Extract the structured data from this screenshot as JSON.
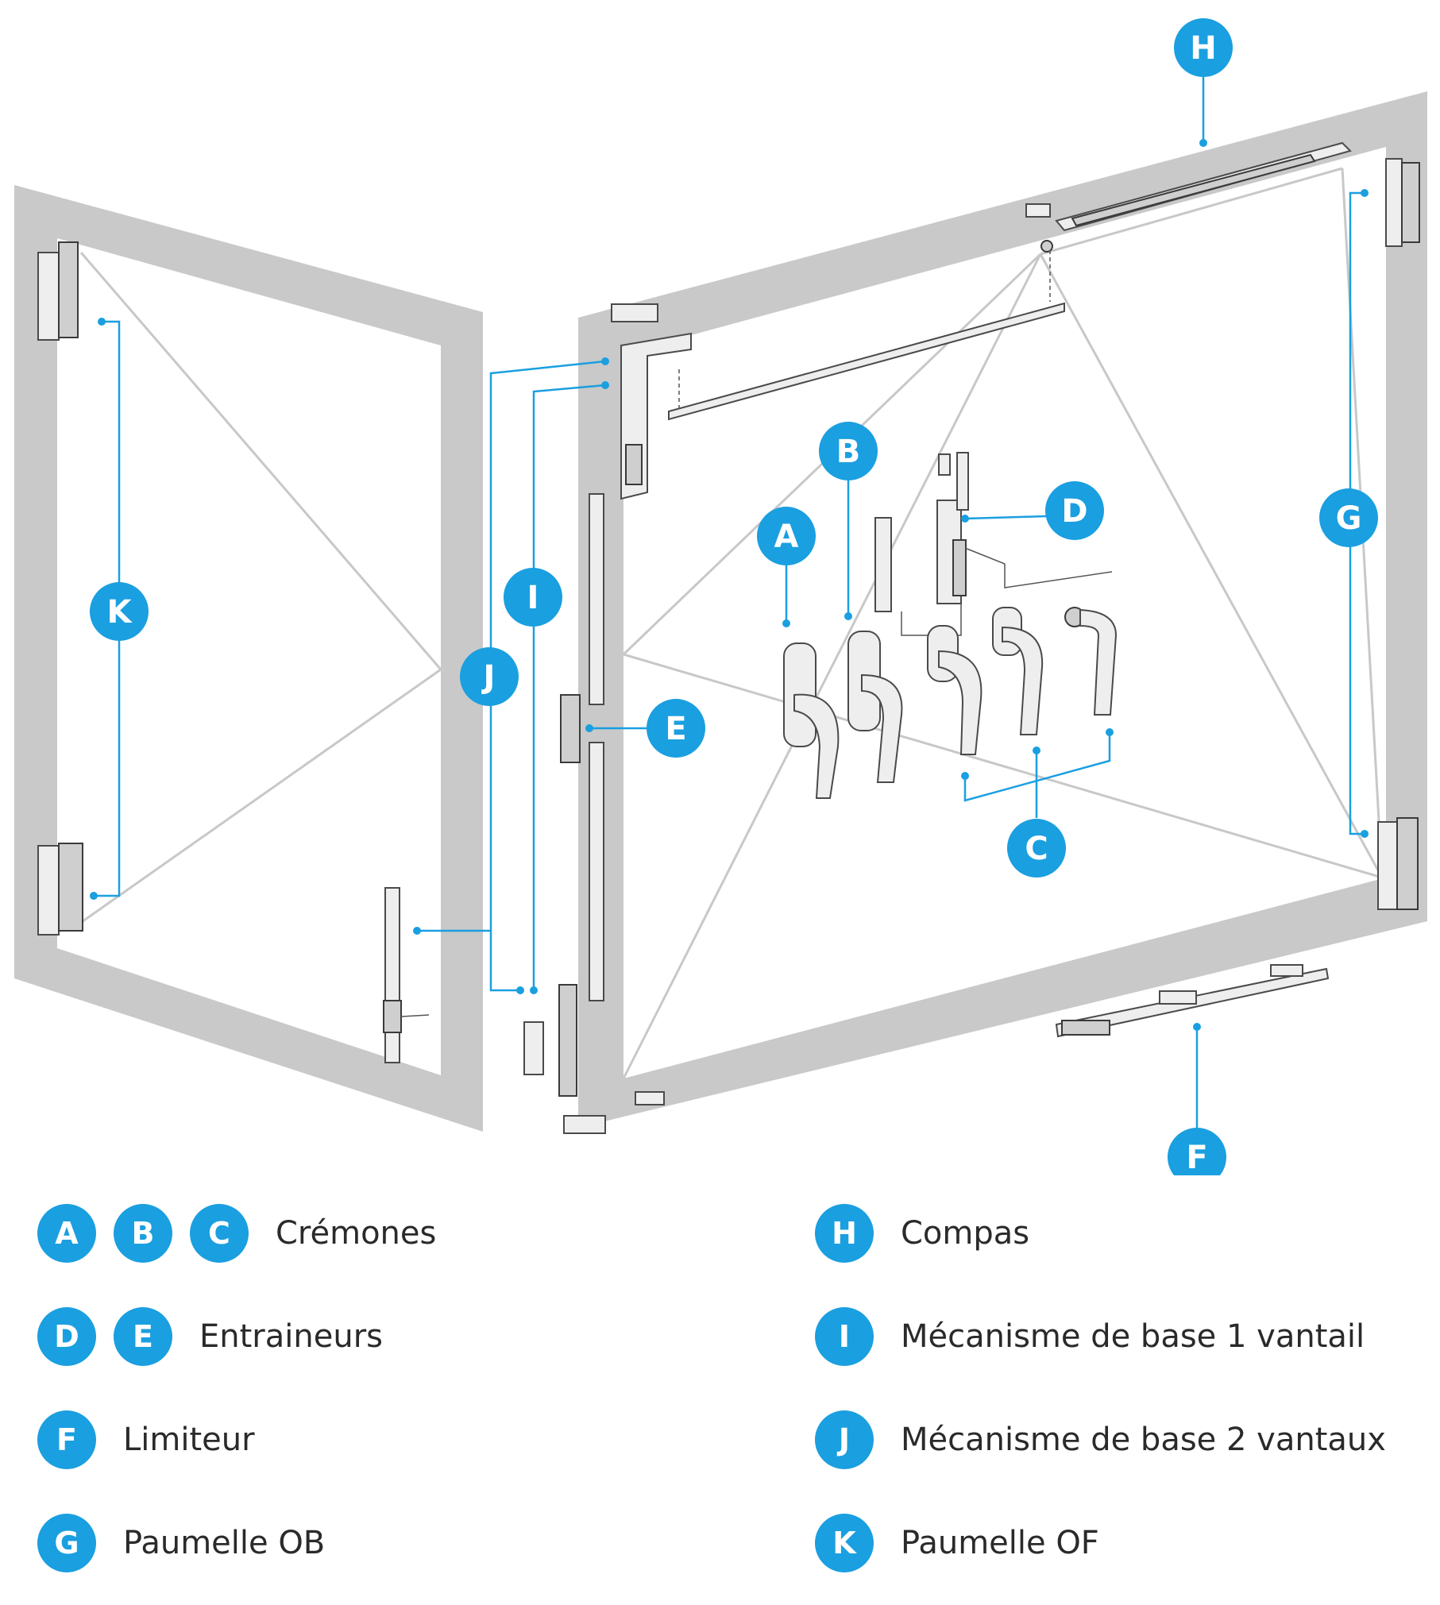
{
  "callouts": {
    "A": "A",
    "B": "B",
    "C": "C",
    "D": "D",
    "E": "E",
    "F": "F",
    "G": "G",
    "H": "H",
    "I": "I",
    "J": "J",
    "K": "K"
  },
  "legend": {
    "row1": {
      "badges": [
        "A",
        "B",
        "C"
      ],
      "label": "Crémones"
    },
    "row2": {
      "badges": [
        "D",
        "E"
      ],
      "label": "Entraineurs"
    },
    "row3": {
      "badges": [
        "F"
      ],
      "label": "Limiteur"
    },
    "row4": {
      "badges": [
        "G"
      ],
      "label": "Paumelle OB"
    },
    "row5": {
      "badges": [
        "H"
      ],
      "label": "Compas"
    },
    "row6": {
      "badges": [
        "I"
      ],
      "label": "Mécanisme de base 1 vantail"
    },
    "row7": {
      "badges": [
        "J"
      ],
      "label": "Mécanisme de base 2 vantaux"
    },
    "row8": {
      "badges": [
        "K"
      ],
      "label": "Paumelle OF"
    }
  },
  "colors": {
    "accent": "#1a9fe0",
    "frame": "#c9c9c9",
    "text": "#2a2a2a"
  }
}
